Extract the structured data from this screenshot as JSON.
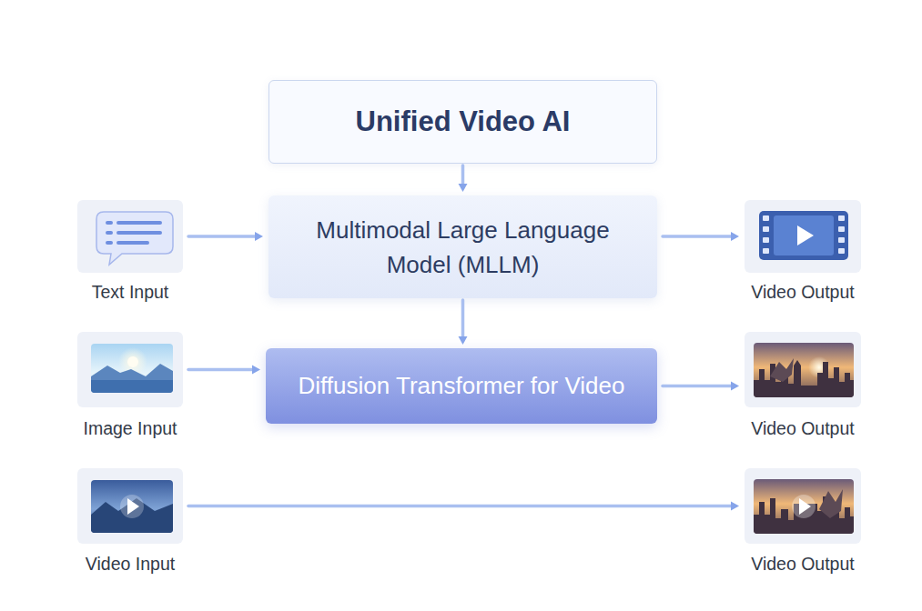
{
  "diagram": {
    "nodes": [
      {
        "text": [
          "Unified Video AI"
        ]
      },
      {
        "text": [
          "Text Input"
        ]
      },
      {
        "text": [
          "Multimodal Large Language Model (MLLM)"
        ]
      },
      {
        "text": [
          "Video Output"
        ]
      },
      {
        "text": [
          "Image Input"
        ]
      },
      {
        "text": [
          "Diffusion Transformer for Video"
        ]
      },
      {
        "text": [
          "Video Output"
        ]
      },
      {
        "text": [
          "Video Input"
        ]
      },
      {
        "text": [
          "Video Output"
        ]
      }
    ],
    "edges": [
      {
        "from": 0,
        "to": 2,
        "arrow": "to"
      },
      {
        "from": 1,
        "to": 2,
        "arrow": "to"
      },
      {
        "from": 2,
        "to": 3,
        "arrow": "to"
      },
      {
        "from": 2,
        "to": 5,
        "arrow": "to"
      },
      {
        "from": 4,
        "to": 5,
        "arrow": "to"
      },
      {
        "from": 5,
        "to": 6,
        "arrow": "to"
      },
      {
        "from": 7,
        "to": 8,
        "arrow": "to"
      }
    ]
  }
}
